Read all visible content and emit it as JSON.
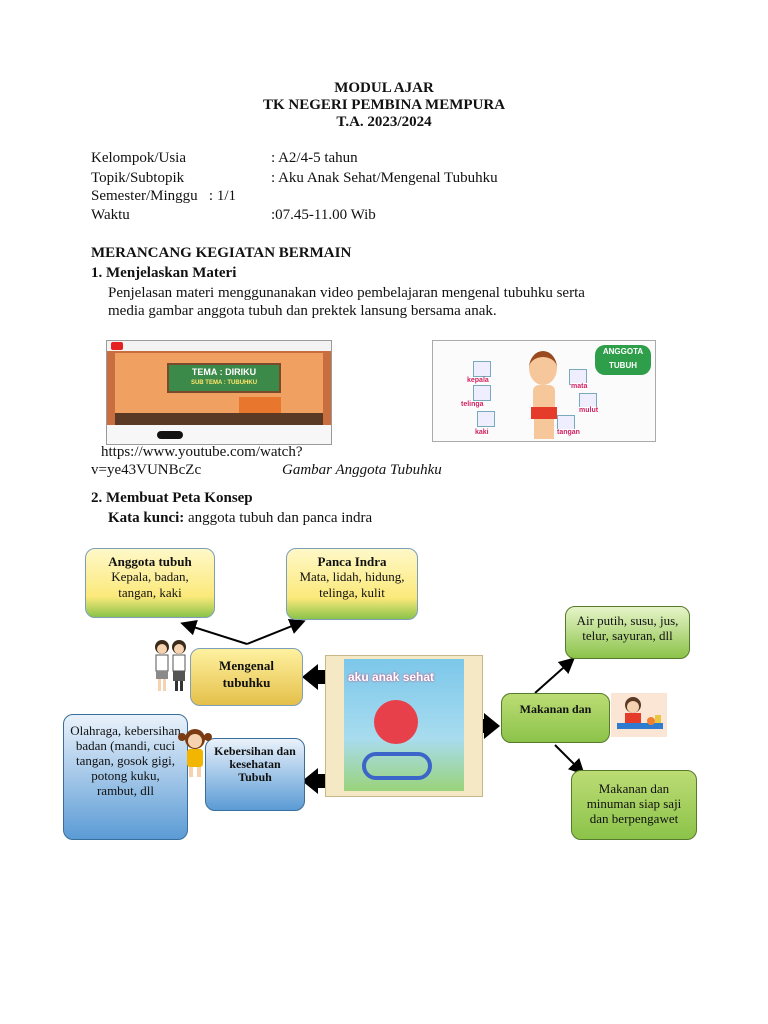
{
  "header": {
    "line1": "MODUL AJAR",
    "line2": "TK NEGERI PEMBINA MEMPURA",
    "line3": "T.A. 2023/2024"
  },
  "meta": {
    "kelompok_label": "Kelompok/Usia",
    "kelompok_value": ": A2/4-5 tahun",
    "topik_label": "Topik/Subtopik",
    "topik_value": ": Aku Anak Sehat/Mengenal Tubuhku",
    "semester_line": "Semester/Minggu   : 1/1",
    "waktu_label": "Waktu",
    "waktu_value": ":07.45-11.00 Wib"
  },
  "section": {
    "heading": "MERANCANG KEGIATAN BERMAIN",
    "item1_heading": "1. Menjelaskan Materi",
    "item1_text_line1": "Penjelasan materi menggunanakan video pembelajaran mengenal tubuhku serta",
    "item1_text_line2": "media gambar anggota tubuh dan prektek lansung bersama anak.",
    "url_line1": "https://www.youtube.com/watch?",
    "url_line2": "v=ye43VUNBcZc",
    "caption": "Gambar Anggota Tubuhku",
    "item2_heading": "2. Membuat Peta Konsep",
    "keyword_label": "Kata kunci:",
    "keyword_text": " anggota tubuh dan panca indra"
  },
  "video": {
    "board_line1": "TEMA : DIRIKU",
    "board_line2": "SUB TEMA : TUBUHKU"
  },
  "body_image": {
    "badge_line1": "ANGGOTA",
    "badge_line2": "TUBUH",
    "labels": [
      "kepala",
      "telinga",
      "kaki",
      "mata",
      "mulut",
      "tangan"
    ]
  },
  "map": {
    "anggota_title": "Anggota tubuh",
    "anggota_text": "Kepala, badan, tangan, kaki",
    "panca_title": "Panca Indra",
    "panca_text": "Mata, lidah, hidung, telinga, kulit",
    "mengenal": "Mengenal tubuhku",
    "book_title": "aku anak sehat",
    "makanan": "Makanan dan",
    "air": "Air putih, susu, jus, telur, sayuran, dll",
    "siap_saji": "Makanan dan minuman siap saji dan berpengawet",
    "kebersihan": "Kebersihan dan kesehatan Tubuh",
    "olahraga": "Olahraga, kebersihan badan (mandi, cuci tangan, gosok gigi, potong kuku, rambut, dll"
  }
}
